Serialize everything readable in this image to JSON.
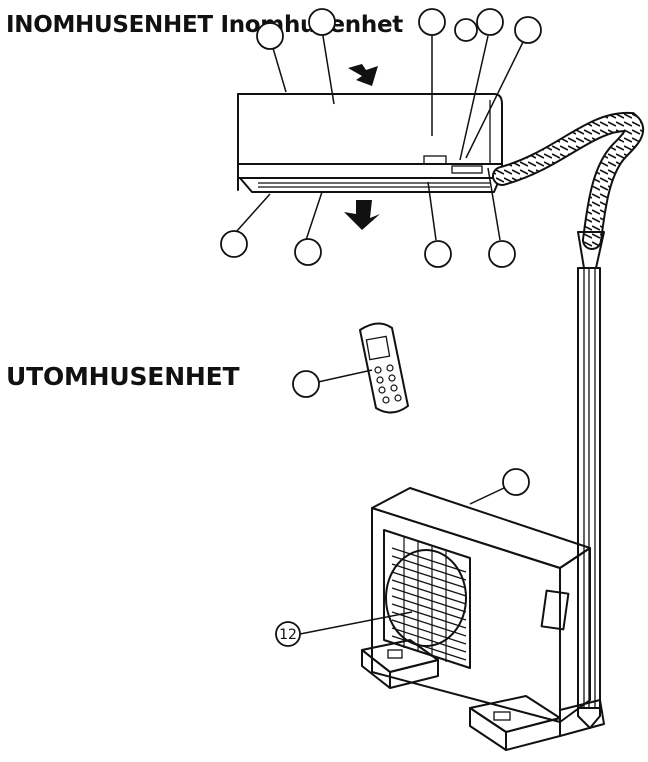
{
  "labels": {
    "indoor_title": "INOMHUSENHET Inomhusenhet",
    "outdoor_title": "UTOMHUSENHET",
    "part_number_12": "12"
  },
  "callouts": {
    "top_row": 6,
    "bottom_row": 4,
    "remote": 1,
    "outdoor_top": 1,
    "numbered": 1
  },
  "colors": {
    "line": "#111111",
    "background": "#ffffff",
    "fill_light": "#f4f4f4"
  }
}
